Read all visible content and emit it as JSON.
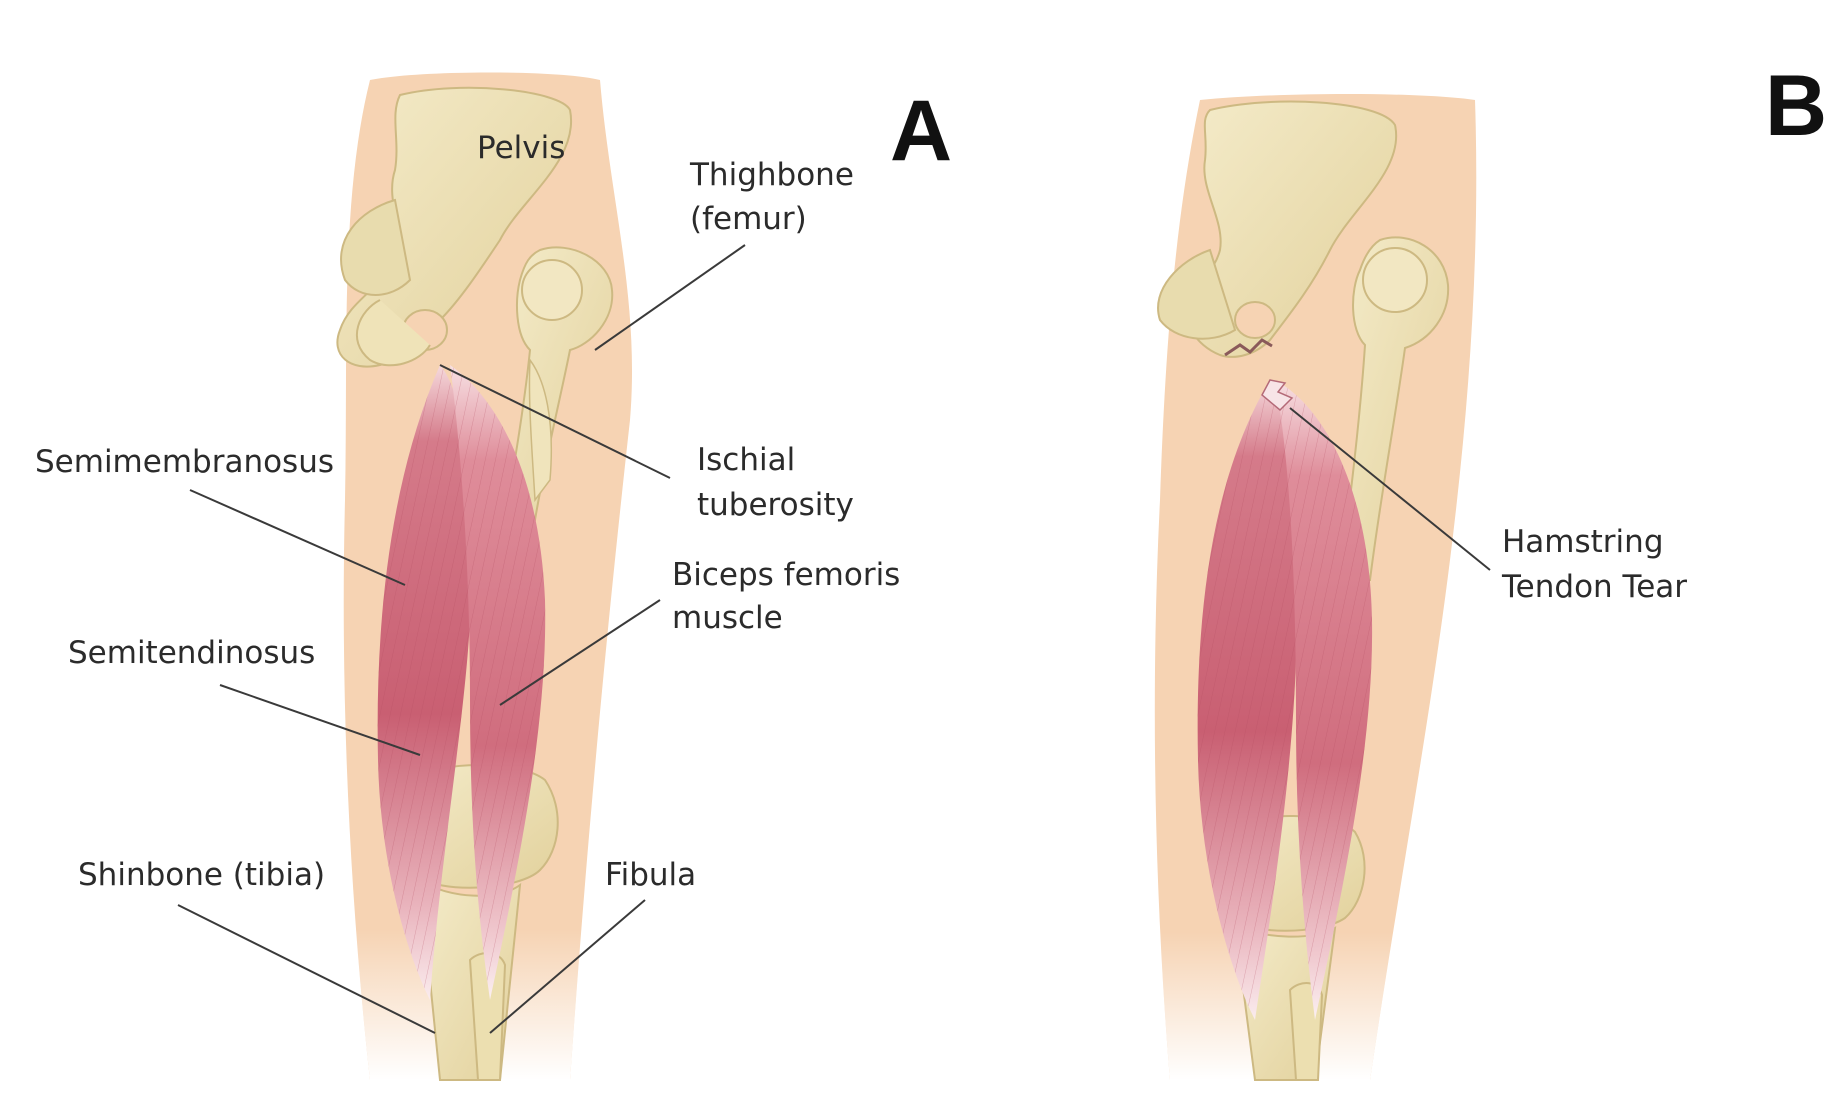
{
  "panels": [
    {
      "letter": "A",
      "labels": {
        "pelvis": "Pelvis",
        "thighbone_1": "Thighbone",
        "thighbone_2": "(femur)",
        "semimembranosus": "Semimembranosus",
        "ischial_1": "Ischial",
        "ischial_2": "tuberosity",
        "biceps_1": "Biceps femoris",
        "biceps_2": "muscle",
        "semitendinosus": "Semitendinosus",
        "shinbone": "Shinbone (tibia)",
        "fibula": "Fibula"
      }
    },
    {
      "letter": "B",
      "labels": {
        "tear_1": "Hamstring",
        "tear_2": "Tendon Tear"
      }
    }
  ],
  "colors": {
    "skin": "#f7d6b8",
    "bone": "#efe3b8",
    "bone_shadow": "#d8c690",
    "muscle": "#cf6f7f",
    "muscle_light": "#f3d2d6"
  }
}
